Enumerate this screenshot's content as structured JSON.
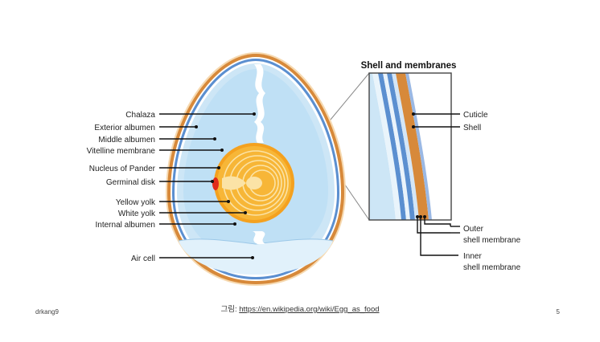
{
  "diagram": {
    "inset_title": "Shell and membranes",
    "left_labels": [
      "Chalaza",
      "Exterior albumen",
      "Middle albumen",
      "Vitelline membrane",
      "Nucleus of Pander",
      "Germinal disk",
      "Yellow yolk",
      "White yolk",
      "Internal albumen",
      "Air cell"
    ],
    "right_labels": {
      "cuticle": "Cuticle",
      "shell": "Shell",
      "outer_line1": "Outer",
      "outer_line2": "shell membrane",
      "inner_line1": "Inner",
      "inner_line2": "shell membrane"
    },
    "colors": {
      "shell": "#d7893a",
      "albumen": "#cfe8f7",
      "yolk": "#f4a11f",
      "yolk_light": "#f9c35a",
      "membrane": "#6a9ad6",
      "germinal": "#e02b1a"
    }
  },
  "footer": {
    "author": "drkang9",
    "caption_prefix": "그림: ",
    "caption_link": "https://en.wikipedia.org/wiki/Egg_as_food",
    "page_number": "5"
  }
}
